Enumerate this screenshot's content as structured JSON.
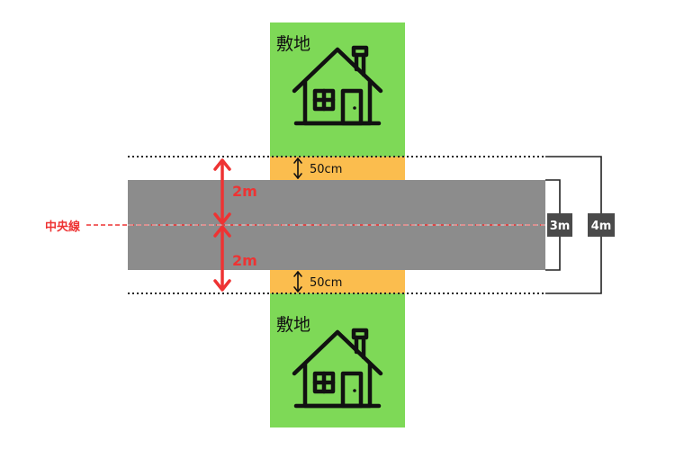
{
  "plots": {
    "top": {
      "label": "敷地"
    },
    "bottom": {
      "label": "敷地"
    }
  },
  "setbacks": {
    "top": {
      "label": "50cm"
    },
    "bottom": {
      "label": "50cm"
    }
  },
  "centerline": {
    "label": "中央線"
  },
  "half_widths": {
    "upper": {
      "label": "2m"
    },
    "lower": {
      "label": "2m"
    }
  },
  "road_width": {
    "label": "3m"
  },
  "total_width": {
    "label": "4m"
  },
  "colors": {
    "plot": "#7ed957",
    "setback": "#fbbd4e",
    "road": "#8c8c8c",
    "accent": "#ee3333",
    "bracket": "#222222",
    "badge": "#4a4a4a"
  }
}
